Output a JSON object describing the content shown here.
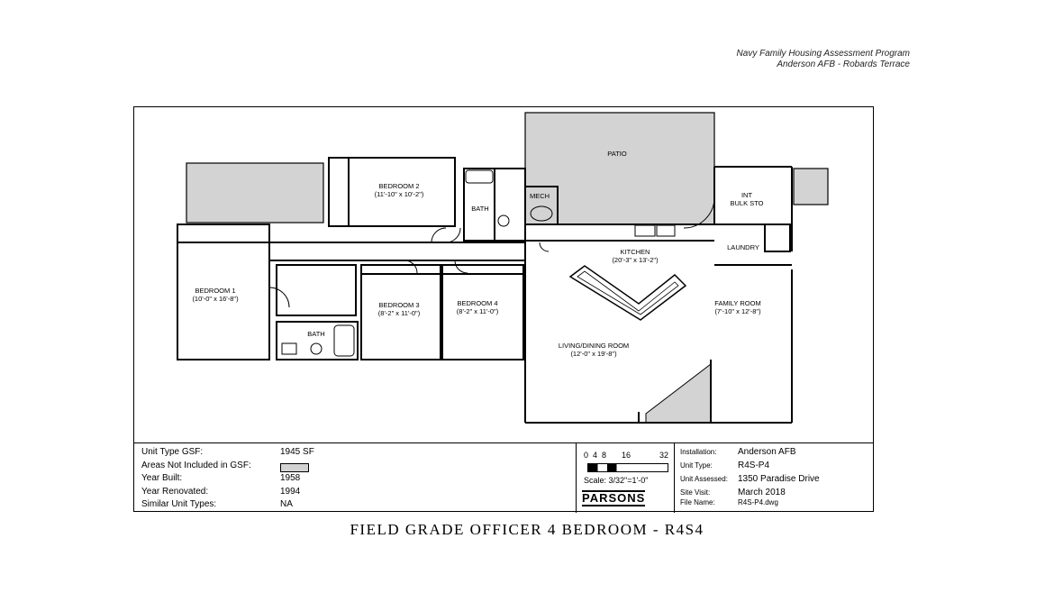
{
  "header": {
    "line1": "Navy Family Housing Assessment Program",
    "line2": "Anderson AFB - Robards Terrace"
  },
  "rooms": {
    "patio": "PATIO",
    "int_bulk_sto_1": "INT",
    "int_bulk_sto_2": "BULK STO",
    "bedroom2_name": "BEDROOM 2",
    "bedroom2_dim": "(11'-10\" x 10'-2\")",
    "bath_upper": "BATH",
    "mech": "MECH",
    "kitchen_name": "KITCHEN",
    "kitchen_dim": "(20'-3\" x 13'-2\")",
    "laundry": "LAUNDRY",
    "bedroom1_name": "BEDROOM 1",
    "bedroom1_dim": "(10'-0\" x 16'-8\")",
    "bedroom3_name": "BEDROOM 3",
    "bedroom3_dim": "(8'-2\" x 11'-0\")",
    "bedroom4_name": "BEDROOM 4",
    "bedroom4_dim": "(8'-2\" x 11'-0\")",
    "bath_lower": "BATH",
    "family_name": "FAMILY ROOM",
    "family_dim": "(7'-10\" x 12'-8\")",
    "living_name": "LIVING/DINING ROOM",
    "living_dim": "(12'-0\" x 19'-8\")"
  },
  "specs": [
    {
      "label": "Unit Type GSF:",
      "value": "1945 SF"
    },
    {
      "label": "Areas Not Included in GSF:",
      "value": ""
    },
    {
      "label": "Year Built:",
      "value": "1958"
    },
    {
      "label": "Year Renovated:",
      "value": "1994"
    },
    {
      "label": "Similar Unit Types:",
      "value": "NA"
    }
  ],
  "scale": {
    "ticks": [
      "0",
      "4",
      "8",
      "16",
      "32"
    ],
    "text": "Scale: 3/32\"=1'-0\"",
    "brand": "PARSONS"
  },
  "unit_info": {
    "installation_label": "Installation:",
    "installation": "Anderson AFB",
    "unit_type_label": "Unit Type:",
    "unit_type": "R4S-P4",
    "unit_assessed_label": "Unit Assessed:",
    "unit_assessed": "1350 Paradise Drive",
    "site_visit_label": "Site Visit:",
    "site_visit": "March 2018",
    "file_name_label": "File Name:",
    "file_name": "R4S-P4.dwg"
  },
  "caption": "FIELD GRADE OFFICER  4 BEDROOM - R4S4",
  "colors": {
    "excluded_area": "#d3d3d3",
    "wall": "#000000"
  }
}
